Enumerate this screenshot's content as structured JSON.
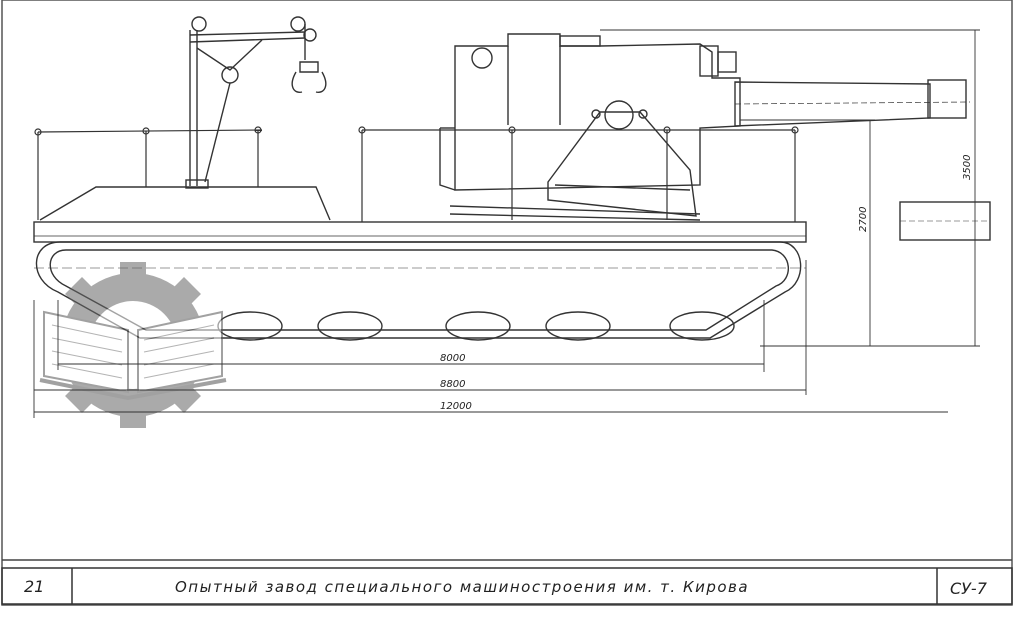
{
  "drawing": {
    "dimensions": {
      "length_track": "8000",
      "length_hull": "8800",
      "length_total": "12000",
      "height_hull": "2700",
      "height_total": "3500"
    },
    "title_block": {
      "sheet_number": "21",
      "title": "Опытный завод специального машиностроения им. т. Кирова",
      "code": "СУ-7"
    },
    "watermark": "gear-book-logo"
  }
}
